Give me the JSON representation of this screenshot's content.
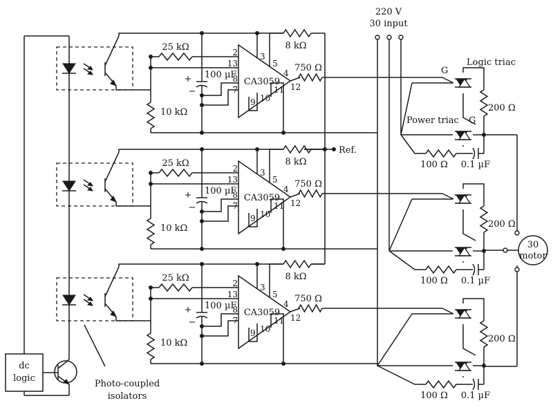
{
  "labels": {
    "supply": "220 V",
    "input": "30 input",
    "logic_triac": "Logic triac",
    "power_triac": "Power triac",
    "gate": "G",
    "ref": "Ref.",
    "motor_line1": "30",
    "motor_line2": "motor",
    "dc_logic_line1": "dc",
    "dc_logic_line2": "logic",
    "isolators_line1": "Photo-coupled",
    "isolators_line2": "isolators"
  },
  "stage": {
    "r_input": "25 kΩ",
    "r_bias": "10 kΩ",
    "cap": "100 µF",
    "plus": "+",
    "minus": "−",
    "chip": "CA3059",
    "r_feedback": "8 kΩ",
    "r_gate": "750 Ω",
    "pins": {
      "p2": "2",
      "p3": "3",
      "p4": "4",
      "p5": "5",
      "p7": "7",
      "p8": "8",
      "p9": "9",
      "p10": "10",
      "p11": "11",
      "p12": "12",
      "p13": "13"
    }
  },
  "triac_stage": {
    "r_gate": "200 Ω",
    "r_snubber": "100 Ω",
    "c_snubber": "0.1 µF"
  },
  "stages": [
    {
      "id": "phase-1"
    },
    {
      "id": "phase-2"
    },
    {
      "id": "phase-3"
    }
  ]
}
